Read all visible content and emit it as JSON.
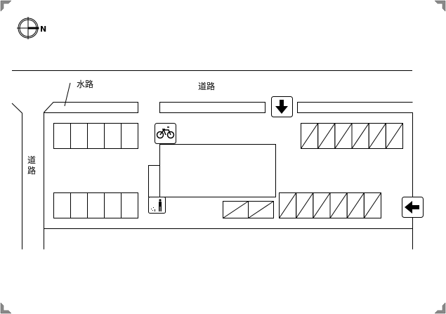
{
  "compass": {
    "north_label": "N"
  },
  "labels": {
    "waterway": "水路",
    "road_top": "道路",
    "road_left_1": "道",
    "road_left_2": "路"
  },
  "signs": {
    "entrance_arrow": "arrow-down-icon",
    "exit_arrow": "arrow-left-icon",
    "bicycle": "bicycle-icon",
    "trash": "trash-icon"
  },
  "parking": {
    "top_left_spaces": 5,
    "bottom_left_spaces": 5,
    "top_right_hatched_spaces": 6,
    "bottom_right_hatched_spaces": 6,
    "bottom_middle_hatched_spaces": 2
  },
  "colors": {
    "line": "#000000",
    "corner_mark": "#808080"
  }
}
